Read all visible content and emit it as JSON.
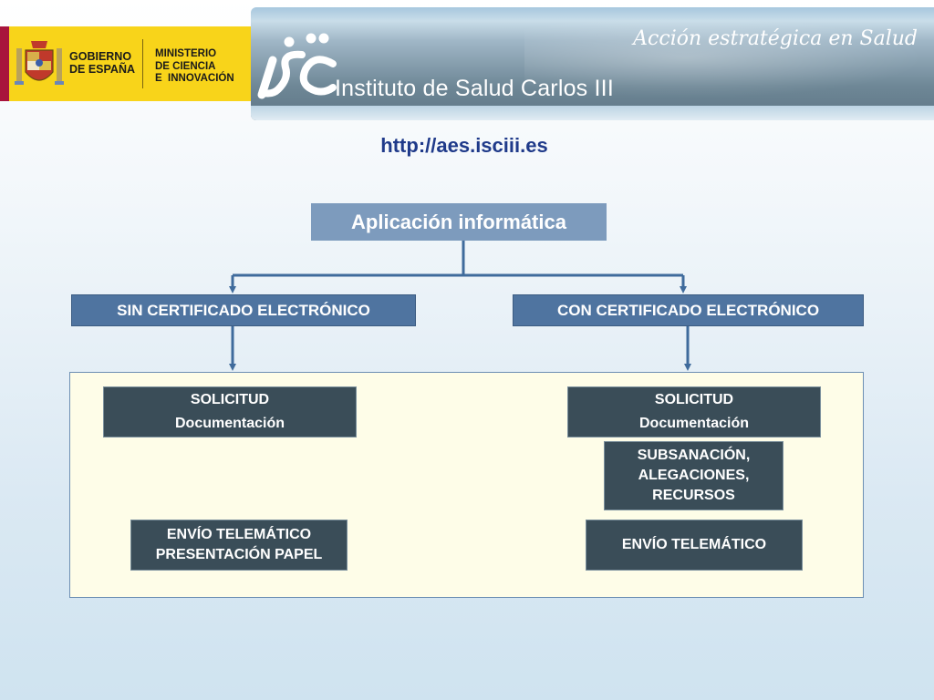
{
  "header": {
    "gov_lines": [
      "GOBIERNO",
      "DE ESPAÑA"
    ],
    "ministry_lines": [
      "MINISTERIO",
      "DE CIENCIA",
      "E  INNOVACIÓN"
    ],
    "institute_name": "Instituto de Salud Carlos III",
    "tagline": "Acción estratégica en Salud"
  },
  "url": "http://aes.isciii.es",
  "diagram": {
    "root": "Aplicación informática",
    "branches": [
      {
        "label": "SIN CERTIFICADO ELECTRÓNICO",
        "steps": [
          {
            "lines": [
              "SOLICITUD",
              "Documentación"
            ]
          },
          {
            "lines": [
              "ENVÍO TELEMÁTICO",
              "PRESENTACIÓN PAPEL"
            ]
          }
        ]
      },
      {
        "label": "CON CERTIFICADO ELECTRÓNICO",
        "steps": [
          {
            "lines": [
              "SOLICITUD",
              "Documentación"
            ]
          },
          {
            "lines": [
              "SUBSANACIÓN,",
              "ALEGACIONES,",
              "RECURSOS"
            ]
          },
          {
            "lines": [
              "ENVÍO TELEMÁTICO"
            ]
          }
        ]
      }
    ]
  },
  "colors": {
    "root_box": "#7d9bbd",
    "branch_box": "#4f74a0",
    "step_box": "#3a4d58",
    "frame_fill": "#fefde8",
    "connector": "#3f6b9c",
    "url_text": "#1f3a8a"
  }
}
